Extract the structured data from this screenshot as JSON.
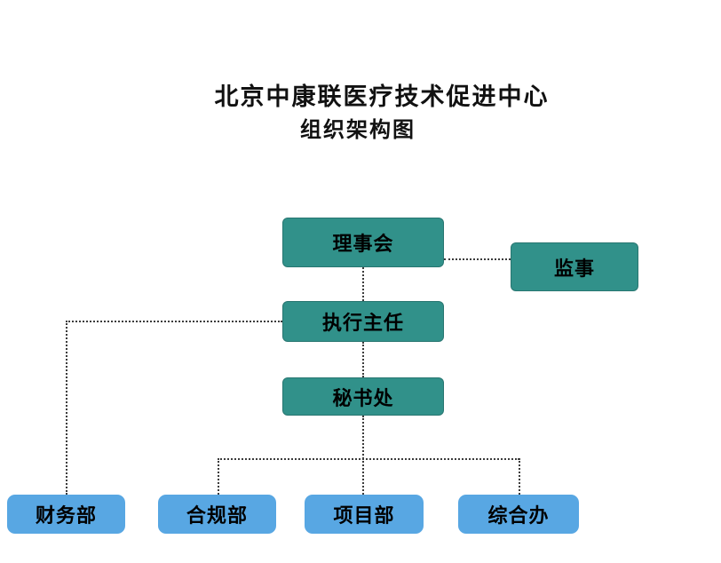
{
  "title": {
    "line1": "北京中康联医疗技术促进中心",
    "line2": "组织架构图"
  },
  "nodes": {
    "board": {
      "label": "理事会",
      "level": "primary"
    },
    "supervisor": {
      "label": "监事",
      "level": "primary"
    },
    "executive_director": {
      "label": "执行主任",
      "level": "primary"
    },
    "secretariat": {
      "label": "秘书处",
      "level": "primary"
    },
    "finance": {
      "label": "财务部",
      "level": "secondary"
    },
    "compliance": {
      "label": "合规部",
      "level": "secondary"
    },
    "project": {
      "label": "项目部",
      "level": "secondary"
    },
    "general_office": {
      "label": "综合办",
      "level": "secondary"
    }
  },
  "connections": [
    {
      "from": "理事会",
      "to": "监事",
      "style": "dotted"
    },
    {
      "from": "理事会",
      "to": "执行主任",
      "style": "dotted"
    },
    {
      "from": "执行主任",
      "to": "秘书处",
      "style": "dotted"
    },
    {
      "from": "执行主任",
      "to": "财务部",
      "style": "dotted"
    },
    {
      "from": "秘书处",
      "to": "合规部",
      "style": "dotted"
    },
    {
      "from": "秘书处",
      "to": "项目部",
      "style": "dotted"
    },
    {
      "from": "秘书处",
      "to": "综合办",
      "style": "dotted"
    }
  ],
  "colors": {
    "primary_box": "#31918a",
    "secondary_box": "#58a7e3",
    "connector": "#3c3c3c",
    "title_text": "#111111",
    "node_text": "#000000",
    "background": "#ffffff"
  }
}
